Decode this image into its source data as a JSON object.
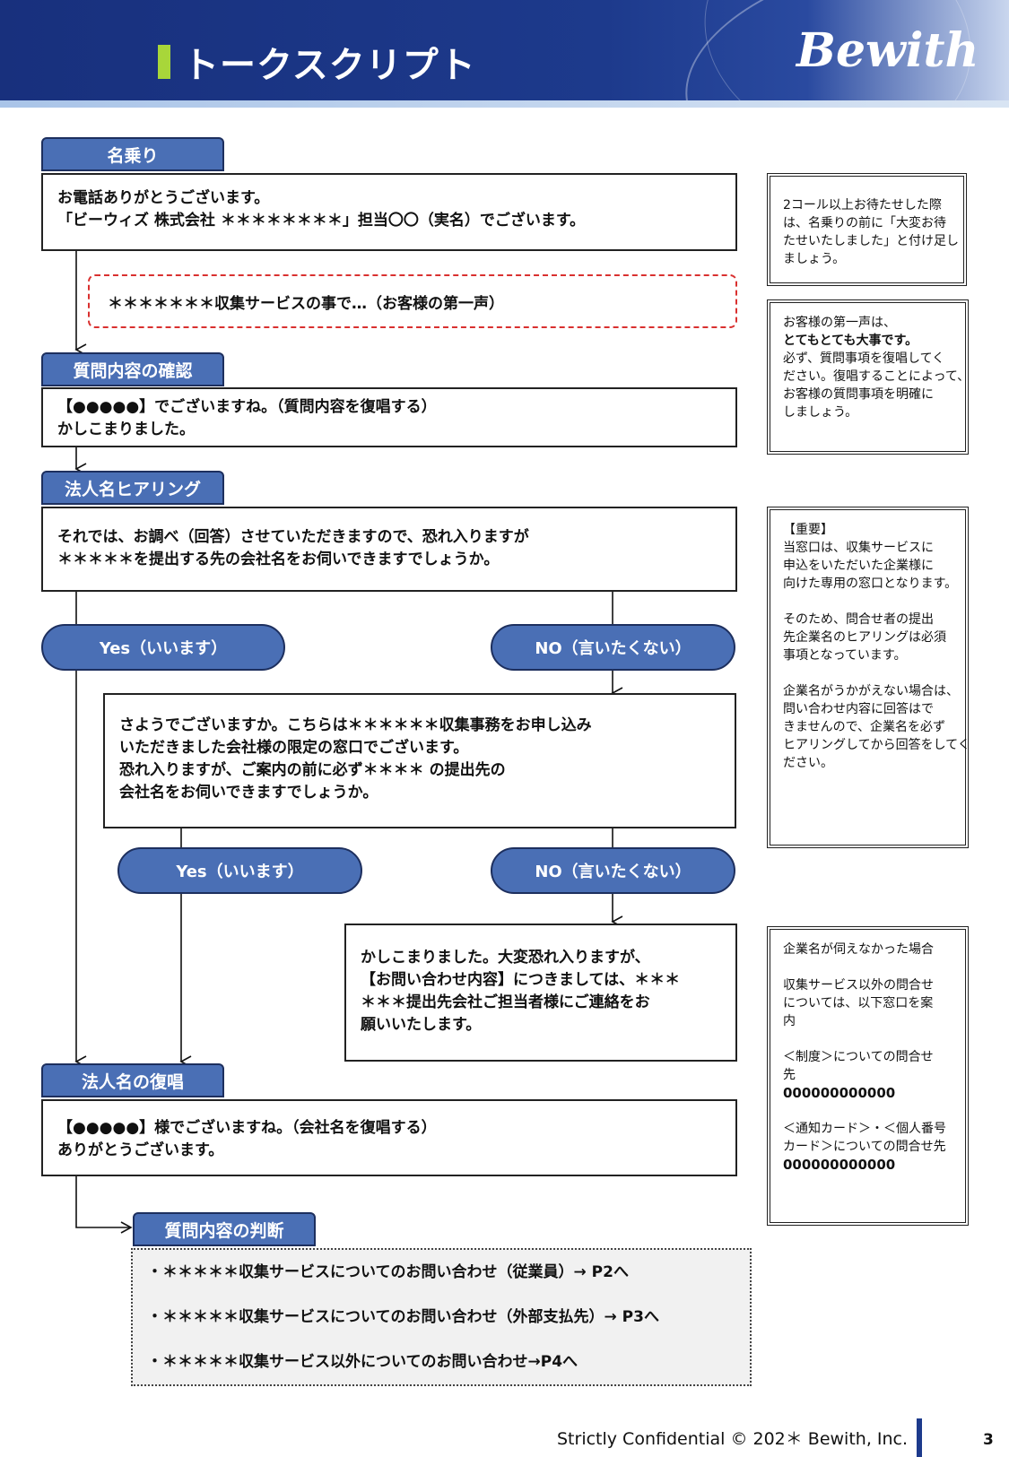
{
  "header": {
    "title": "トークスクリプト",
    "logo": "Bewith"
  },
  "sections": {
    "nanori_label": "名乗り",
    "nanori_lines": [
      "お電話ありがとうございます。",
      "「ビーウィズ 株式会社 ＊＊＊＊＊＊＊＊」担当〇〇（実名）でございます。"
    ],
    "first_voice": "＊＊＊＊＊＊＊収集サービスの事で…（お客様の第一声）",
    "confirm_label": "質問内容の確認",
    "confirm_lines": [
      "【●●●●●】でございますね。（質問内容を復唱する）",
      "かしこまりました。"
    ],
    "hearing_label": "法人名ヒアリング",
    "hearing_lines": [
      "それでは、お調べ（回答）させていただきますので、恐れ入りますが",
      "＊＊＊＊＊を提出する先の会社名をお伺いできますでしょうか。"
    ],
    "yes_label": "Yes（いいます）",
    "no_label": "NO（言いたくない）",
    "retry_lines": [
      "さようでございますか。こちらは＊＊＊＊＊＊収集事務をお申し込み",
      "いただきました会社様の限定の窓口でございます。",
      "恐れ入りますが、ご案内の前に必ず＊＊＊＊ の提出先の",
      "会社名をお伺いできますでしょうか。"
    ],
    "refuse_lines": [
      "かしこまりました。大変恐れ入りますが、",
      "【お問い合わせ内容】につきましては、＊＊＊",
      "＊＊＊提出先会社ご担当者様にご連絡をお",
      "願いいたします。"
    ],
    "repeat_label": "法人名の復唱",
    "repeat_lines": [
      "【●●●●●】様でございますね。（会社名を復唱する）",
      "ありがとうございます。"
    ],
    "judge_label": "質問内容の判断",
    "judge_items": [
      "・＊＊＊＊＊収集サービスについてのお問い合わせ（従業員）→ P2へ",
      "・＊＊＊＊＊収集サービスについてのお問い合わせ（外部支払先）→ P3へ",
      "・＊＊＊＊＊収集サービス以外についてのお問い合わせ→P4へ"
    ]
  },
  "notes": {
    "note1": [
      "2コール以上お待たせした際",
      "は、名乗りの前に「大変お待",
      "たせいたしました」と付け足し",
      "ましょう。"
    ],
    "note2": [
      "お客様の第一声は、",
      "とてもとても大事です。",
      "必ず、質問事項を復唱してく",
      "ださい。復唱することによって、",
      "お客様の質問事項を明確に",
      "しましょう。"
    ],
    "note3_a": [
      "【重要】",
      "当窓口は、収集サービスに",
      "申込をいただいた企業様に",
      "向けた専用の窓口となります。"
    ],
    "note3_b": [
      "そのため、問合せ者の提出",
      "先企業名のヒアリングは必須",
      "事項となっています。"
    ],
    "note3_c": [
      "企業名がうかがえない場合は、",
      "問い合わせ内容に回答はで",
      "きませんので、企業名を必ず",
      "ヒアリングしてから回答をしてく",
      "ださい。"
    ],
    "note4_a": [
      "企業名が伺えなかった場合"
    ],
    "note4_b": [
      "収集サービス以外の問合せ",
      "については、以下窓口を案",
      "内"
    ],
    "note4_c": [
      "＜制度＞についての問合せ",
      "先",
      "000000000000"
    ],
    "note4_d": [
      "＜通知カード＞・＜個人番号",
      "カード＞についての問合せ先",
      "000000000000"
    ]
  },
  "footer": {
    "text": "Strictly Confidential © 202＊ Bewith, Inc.",
    "page": "3"
  }
}
